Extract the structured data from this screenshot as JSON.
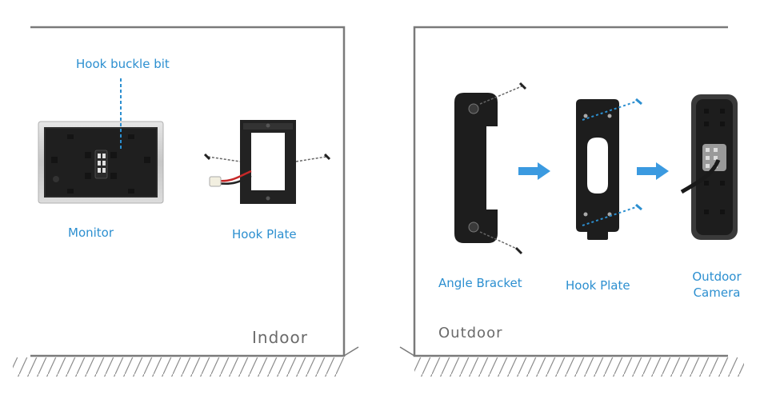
{
  "labels": {
    "hook_buckle_bit": "Hook buckle bit",
    "monitor": "Monitor",
    "hook_plate_indoor": "Hook Plate",
    "indoor": "Indoor",
    "angle_bracket": "Angle Bracket",
    "hook_plate_outdoor": "Hook Plate",
    "outdoor_camera_line1": "Outdoor",
    "outdoor_camera_line2": "Camera",
    "outdoor": "Outdoor"
  },
  "colors": {
    "accent_blue": "#2c8fd0",
    "arrow_blue": "#3b9ae0",
    "wall_gray": "#7a7a7a",
    "device_black": "#1d1d1d",
    "room_text": "#6b6b6b"
  },
  "icons": [
    "screw-icon",
    "arrow-right-icon",
    "connector-plug-icon"
  ]
}
